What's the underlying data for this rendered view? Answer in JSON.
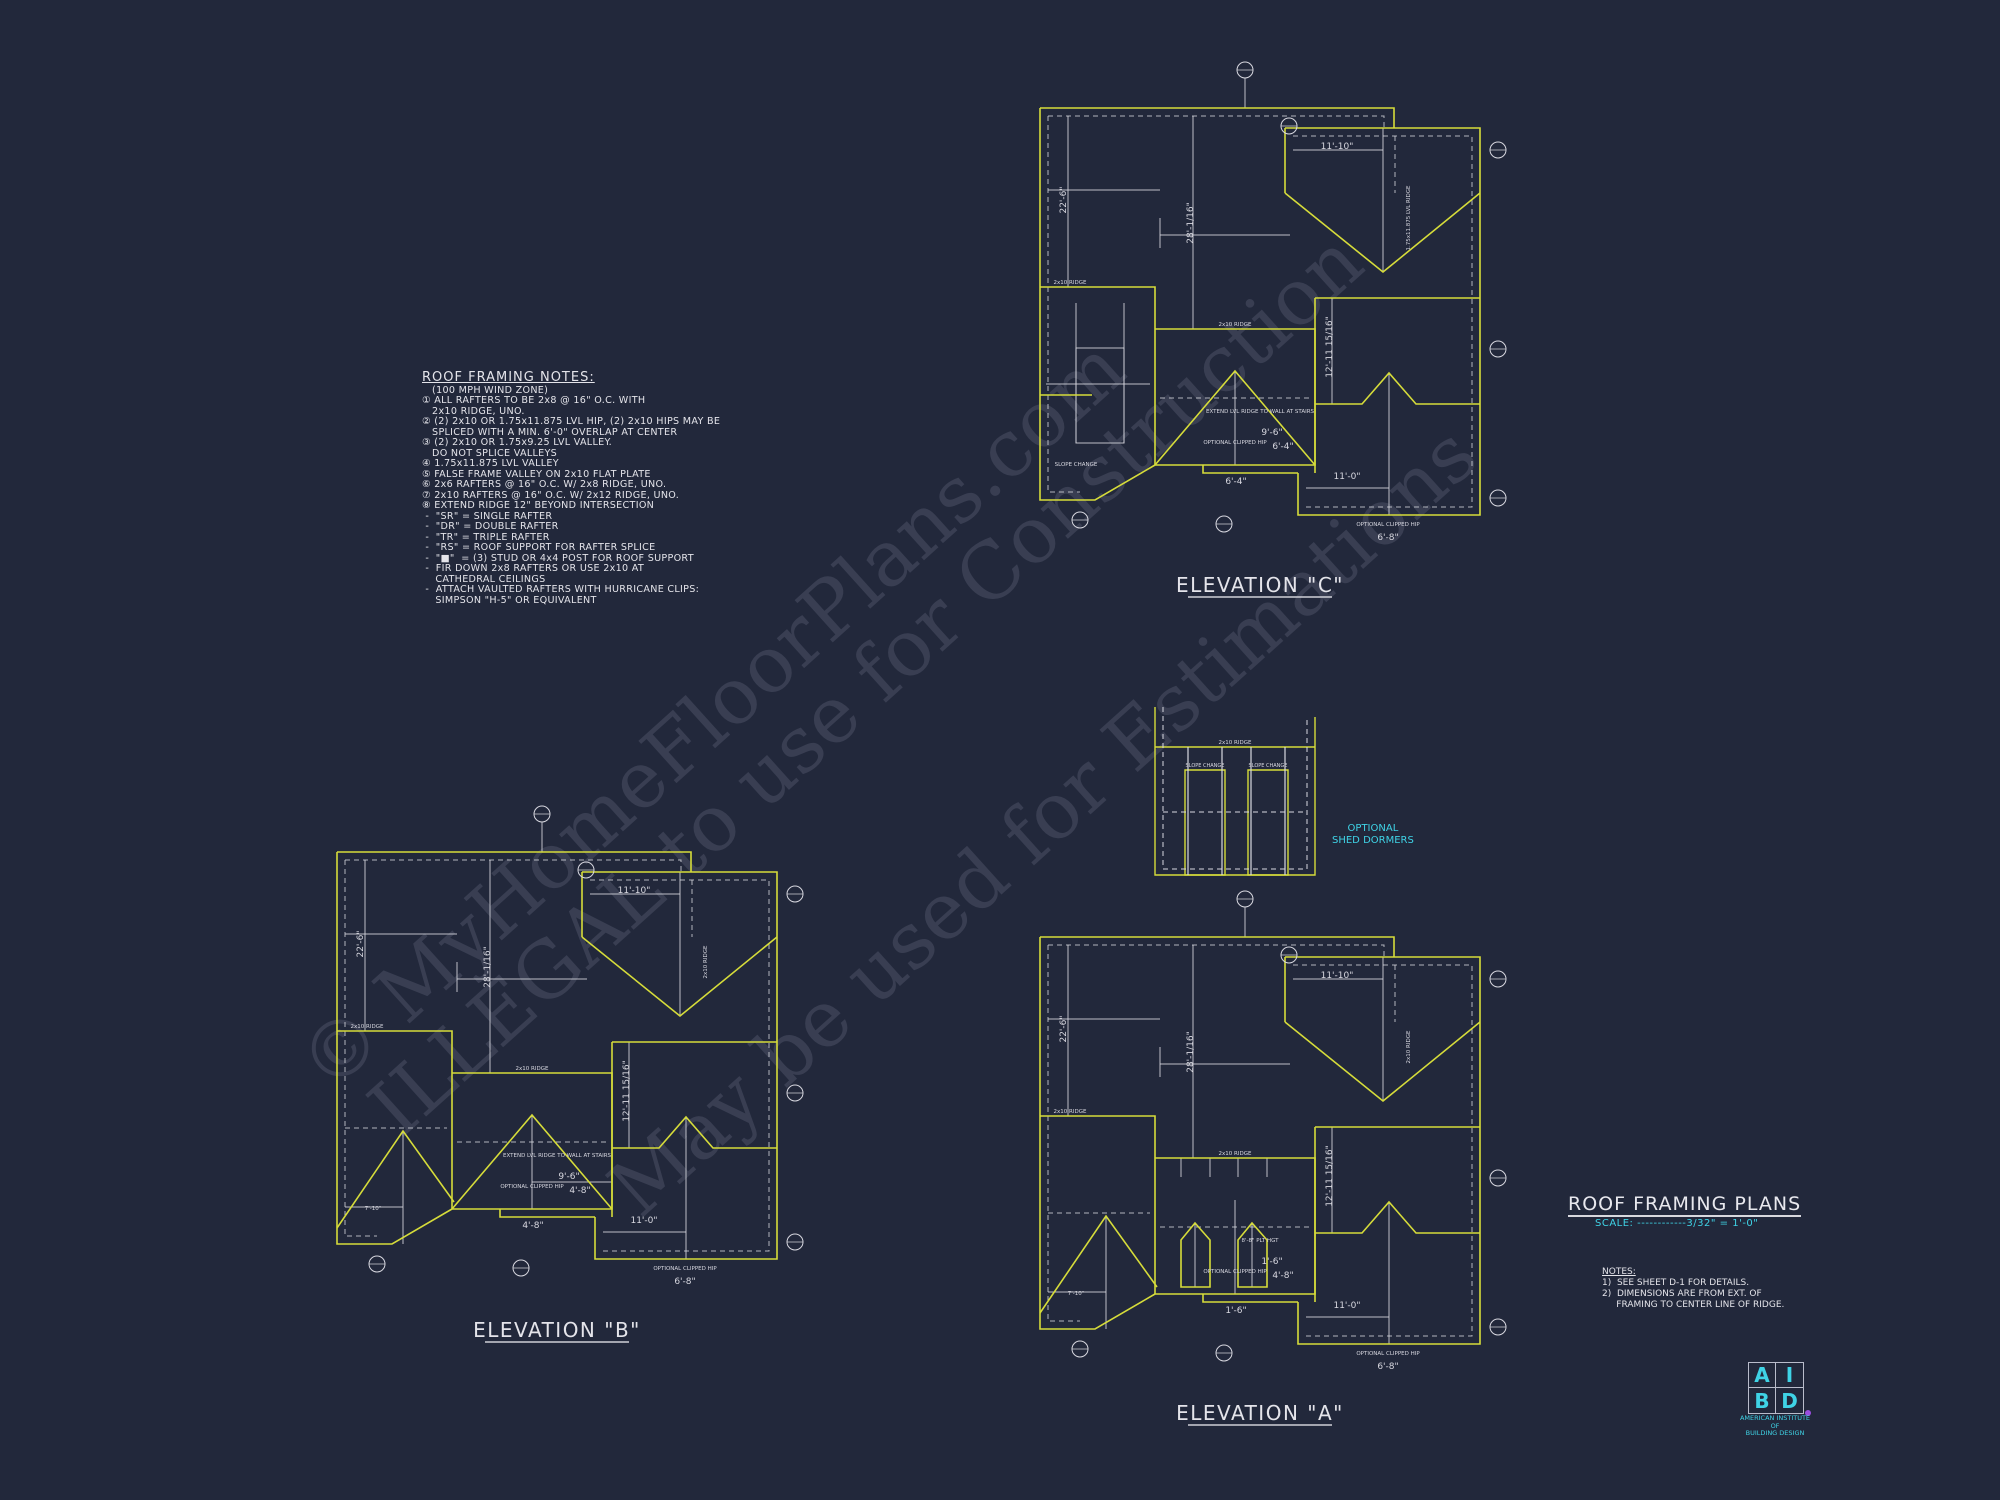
{
  "colors": {
    "background": "#22283b",
    "roof_line": "#d6dc3a",
    "line": "#d8d8e0",
    "accent": "#3fd3e6",
    "watermark": "#8a8fa6"
  },
  "watermark": [
    "© MyHomeFloorPlans.com",
    "ILLEGAL to use for Construction",
    "May be used for Estimations"
  ],
  "roof_framing_notes": {
    "title": "ROOF FRAMING NOTES:",
    "lines": [
      "   (100 MPH WIND ZONE)",
      "① ALL RAFTERS TO BE 2x8 @ 16\" O.C. WITH",
      "   2x10 RIDGE, UNO.",
      "② (2) 2x10 OR 1.75x11.875 LVL HIP, (2) 2x10 HIPS MAY BE",
      "   SPLICED WITH A MIN. 6'-0\" OVERLAP AT CENTER",
      "③ (2) 2x10 OR 1.75x9.25 LVL VALLEY.",
      "   DO NOT SPLICE VALLEYS",
      "④ 1.75x11.875 LVL VALLEY",
      "⑤ FALSE FRAME VALLEY ON 2x10 FLAT PLATE",
      "⑥ 2x6 RAFTERS @ 16\" O.C. W/ 2x8 RIDGE, UNO.",
      "⑦ 2x10 RAFTERS @ 16\" O.C. W/ 2x12 RIDGE, UNO.",
      "⑧ EXTEND RIDGE 12\" BEYOND INTERSECTION",
      " -  \"SR\" = SINGLE RAFTER",
      " -  \"DR\" = DOUBLE RAFTER",
      " -  \"TR\" = TRIPLE RAFTER",
      " -  \"RS\" = ROOF SUPPORT FOR RAFTER SPLICE",
      " -  \"■\"  = (3) STUD OR 4x4 POST FOR ROOF SUPPORT",
      " -  FIR DOWN 2x8 RAFTERS OR USE 2x10 AT",
      "    CATHEDRAL CEILINGS",
      " -  ATTACH VAULTED RAFTERS WITH HURRICANE CLIPS:",
      "    SIMPSON \"H-5\" OR EQUIVALENT"
    ]
  },
  "plans": [
    {
      "title": "ELEVATION \"C\"",
      "labels": [
        "22'-6\"",
        "28'-1/16\"",
        "11'-10\"",
        "12'-11 15/16\"",
        "11'-0\"",
        "6'-8\"",
        "9'-6\"",
        "6'-4\"",
        "6'-4\"",
        "2x10 RIDGE",
        "2x10 RIDGE",
        "OPTIONAL CLIPPED HIP",
        "OPTIONAL CLIPPED HIP",
        "EXTEND LVL RIDGE TO WALL AT STAIRS",
        "SLOPE CHANGE",
        "1.75x11.875 LVL RIDGE"
      ]
    },
    {
      "title": "ELEVATION \"B\"",
      "labels": [
        "22'-6\"",
        "28'-1/16\"",
        "11'-10\"",
        "12'-11 15/16\"",
        "11'-0\"",
        "6'-8\"",
        "9'-6\"",
        "4'-8\"",
        "4'-8\"",
        "2x10 RIDGE",
        "2x10 RIDGE",
        "OPTIONAL CLIPPED HIP",
        "OPTIONAL CLIPPED HIP",
        "EXTEND LVL RIDGE TO WALL AT STAIRS",
        "7'-10\"",
        "2x10 RIDGE"
      ]
    },
    {
      "title": "ELEVATION \"A\"",
      "labels": [
        "22'-6\"",
        "28'-1/16\"",
        "11'-10\"",
        "12'-11 15/16\"",
        "11'-0\"",
        "6'-8\"",
        "1'-6\"",
        "4'-8\"",
        "1'-6\"",
        "2x10 RIDGE",
        "2x10 RIDGE",
        "OPTIONAL CLIPPED HIP",
        "OPTIONAL CLIPPED HIP",
        "8'-8\" PLT HGT",
        "7'-10\"",
        "2x10 RIDGE"
      ]
    }
  ],
  "dormers": {
    "ridge_label": "2x10 RIDGE",
    "slope_change": "SLOPE CHANGE",
    "title_line1": "OPTIONAL",
    "title_line2": "SHED DORMERS"
  },
  "sheet_title": "ROOF FRAMING PLANS",
  "scale": "SCALE: ------------3/32\" = 1'-0\"",
  "sheet_notes": {
    "heading": "NOTES:",
    "lines": [
      "1)  SEE SHEET D-1 FOR DETAILS.",
      "2)  DIMENSIONS ARE FROM EXT. OF",
      "     FRAMING TO CENTER LINE OF RIDGE."
    ]
  },
  "logo": {
    "letters": [
      "A",
      "I",
      "B",
      "D"
    ],
    "text": [
      "AMERICAN INSTITUTE",
      "OF",
      "BUILDING DESIGN"
    ]
  }
}
